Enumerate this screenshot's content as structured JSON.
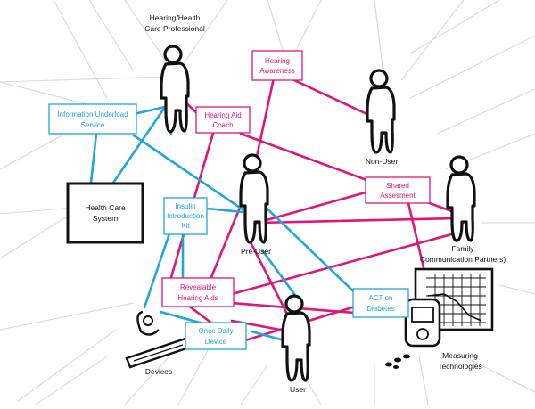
{
  "actors": {
    "hearing_professional": "Hearing/Health\nCare Professional",
    "non_user": "Non-User",
    "pre_user": "Pre-User",
    "family": "Family\nCommunication Partners)",
    "user": "User",
    "devices": "Devices",
    "measuring_technologies": "Measuring\nTechnologies"
  },
  "boxes": {
    "hearing_awareness": "Hearing\nAwareness",
    "information_underload_service": "Information Underload\nService",
    "hearing_aid_coach": "Hearing Aid\nCoach",
    "health_care_system": "Health Care\nSystem",
    "insulin_introduction_kit": "Insulin\nIntroduction\nKit",
    "shared_assesment": "Shared\nAssesment",
    "revealable_hearing_aids": "Revealable\nHearing Aids",
    "act_on_diabetes": "ACT on\nDiabetes",
    "once_daily_device": "Once Daily\nDevice"
  },
  "colors": {
    "hearing_concept": "#e0157a",
    "diabetes_concept": "#1fa6df",
    "system_box": "#111111",
    "background_network": "#d9d9d9"
  }
}
